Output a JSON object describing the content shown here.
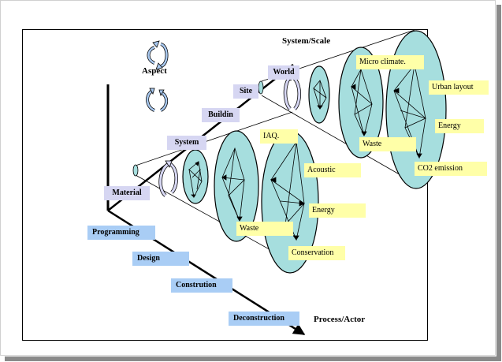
{
  "axes": {
    "scale_label": "System/Scale",
    "process_label": "Process/Actor",
    "aspect_label": "Aspect"
  },
  "scale_levels": [
    "Material",
    "System",
    "Buildin",
    "Site",
    "World"
  ],
  "process_stages": [
    "Programming",
    "Design",
    "Constrution",
    "Deconstruction"
  ],
  "building_aspects": [
    "IAQ.",
    "Acoustic",
    "Energy",
    "Waste",
    "Conservation"
  ],
  "urban_aspects": [
    "Micro climate.",
    "Urban layout",
    "Energy",
    "Waste",
    "CO2 emission"
  ],
  "colors": {
    "ellipse_fill": "#a6dede",
    "aspect_box": "#ffffa8",
    "scale_box": "#d6d6f2",
    "process_box": "#a9cdf5",
    "aspect_arrow": "#a9c9f0"
  },
  "icons": [
    "rotate-arrow-icon"
  ]
}
